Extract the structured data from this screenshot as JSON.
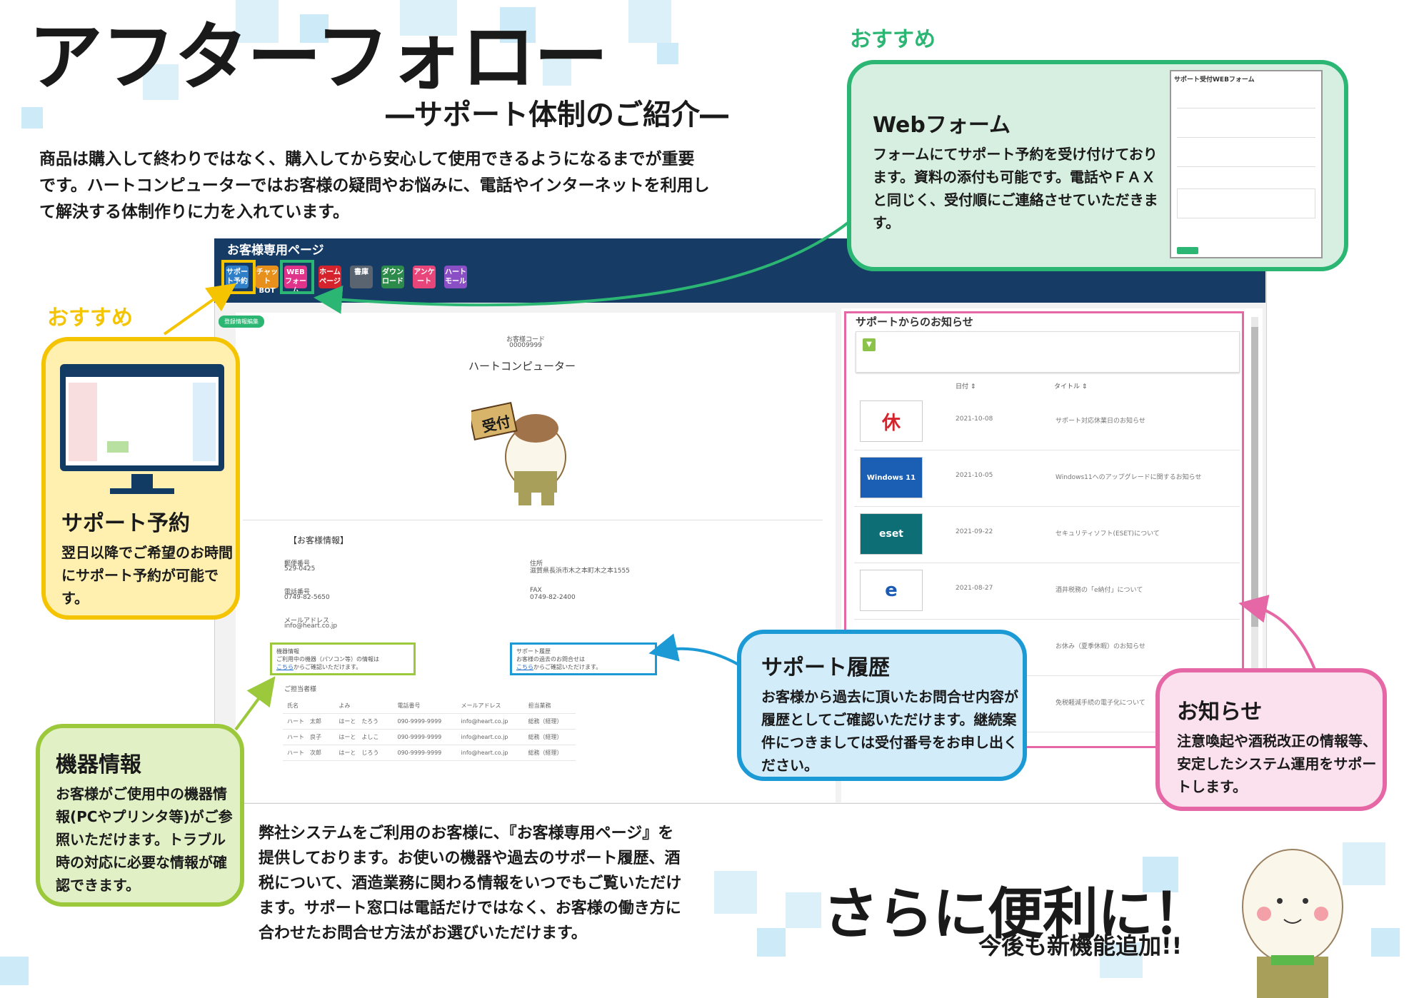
{
  "header": {
    "title": "アフターフォロー",
    "subtitle": "―サポート体制のご紹介―",
    "intro": "商品は購入して終わりではなく、購入してから安心して使用できるようになるまでが重要です。ハートコンピューターではお客様の疑問やお悩みに、電話やインターネットを利用して解決する体制作りに力を入れています。"
  },
  "badges": {
    "recommended": "おすすめ"
  },
  "portal": {
    "title": "お客様専用ページ",
    "nav": [
      {
        "label": "サポート予約",
        "color": "#2f7fc8"
      },
      {
        "label": "チャットBOT",
        "color": "#e8901c"
      },
      {
        "label": "WEBフォーム",
        "color": "#e0338a"
      },
      {
        "label": "ホームページ",
        "color": "#d4232c"
      },
      {
        "label": "書庫",
        "color": "#5a6470"
      },
      {
        "label": "ダウンロード",
        "color": "#2c8b4a"
      },
      {
        "label": "アンケート",
        "color": "#e8457a"
      },
      {
        "label": "ハートモール",
        "color": "#8a4fc4"
      }
    ],
    "edit_button": "登録情報編集",
    "customer_code_label": "お客様コード",
    "customer_code": "00009999",
    "company_name": "ハートコンピューター",
    "mascot_sign": "受付",
    "customer_info_heading": "【お客様情報】",
    "postal_label": "郵便番号",
    "postal": "529-0425",
    "address_label": "住所",
    "address": "滋賀県長浜市木之本町木之本1555",
    "phone_label": "電話番号",
    "phone": "0749-82-5650",
    "fax_label": "FAX",
    "fax": "0749-82-2400",
    "email_label": "メールアドレス",
    "email": "info@heart.co.jp",
    "device_box": {
      "title": "機器情報",
      "line1": "ご利用中の機器（パソコン等）の情報は",
      "link": "こちら",
      "line2": "からご確認いただけます。"
    },
    "history_box": {
      "title": "サポート履歴",
      "line1": "お客様の過去のお問合せは",
      "link": "こちら",
      "line2": "からご確認いただけます。"
    },
    "staff_heading": "ご担当者様",
    "staff_columns": [
      "氏名",
      "よみ",
      "電話番号",
      "メールアドレス",
      "担当業務"
    ],
    "staff_rows": [
      [
        "ハート　太郎",
        "はーと　たろう",
        "090-9999-9999",
        "info@heart.co.jp",
        "総務（経理）"
      ],
      [
        "ハート　良子",
        "はーと　よしこ",
        "090-9999-9999",
        "info@heart.co.jp",
        "総務（経理）"
      ],
      [
        "ハート　次郎",
        "はーと　じろう",
        "090-9999-9999",
        "info@heart.co.jp",
        "総務（経理）"
      ]
    ],
    "news": {
      "title": "サポートからのお知らせ",
      "date_header": "日付 ⇕",
      "title_header": "タイトル ⇕",
      "items": [
        {
          "date": "2021-10-08",
          "title": "サポート対応休業日のお知らせ",
          "thumb": "休"
        },
        {
          "date": "2021-10-05",
          "title": "Windows11へのアップグレードに関するお知らせ",
          "thumb": "Windows 11"
        },
        {
          "date": "2021-09-22",
          "title": "セキュリティソフト(ESET)について",
          "thumb": "eset"
        },
        {
          "date": "2021-08-27",
          "title": "酒井税務の「e納付」について",
          "thumb": "e"
        },
        {
          "date": "",
          "title": "お休み（夏季休暇）のお知らせ",
          "thumb": ""
        },
        {
          "date": "",
          "title": "免税軽減手続の電子化について",
          "thumb": ""
        }
      ]
    }
  },
  "callouts": {
    "web_form": {
      "title": "Webフォーム",
      "text": "フォームにてサポート予約を受け付けております。資料の添付も可能です。電話やＦＡＸと同じく、受付順にご連絡させていただきます。",
      "form_title": "サポート受付WEBフォーム"
    },
    "support_reservation": {
      "title": "サポート予約",
      "text": "翌日以降でご希望のお時間にサポート予約が可能です。"
    },
    "device_info": {
      "title": "機器情報",
      "text": "お客様がご使用中の機器情報(PCやプリンタ等)がご参照いただけます。トラブル時の対応に必要な情報が確認できます。"
    },
    "support_history": {
      "title": "サポート履歴",
      "text": "お客様から過去に頂いたお問合せ内容が履歴としてご確認いただけます。継続案件につきましては受付番号をお申し出ください。"
    },
    "notices": {
      "title": "お知らせ",
      "text": "注意喚起や酒税改正の情報等、安定したシステム運用をサポートします。"
    }
  },
  "footer": {
    "text": "弊社システムをご利用のお客様に、『お客様専用ページ』を提供しております。お使いの機器や過去のサポート履歴、酒税について、酒造業務に関わる情報をいつでもご覧いただけます。サポート窓口は電話だけではなく、お客様の働き方に合わせたお問合せ方法がお選びいただけます。",
    "big": "さらに便利に！",
    "small": "今後も新機能追加!!"
  },
  "colors": {
    "navy": "#163c66",
    "green_callout": "#2bb673",
    "yellow_callout": "#f5c400",
    "lime_callout": "#9bc93b",
    "blue_callout": "#1b9ad6",
    "pink_callout": "#e667a5"
  }
}
